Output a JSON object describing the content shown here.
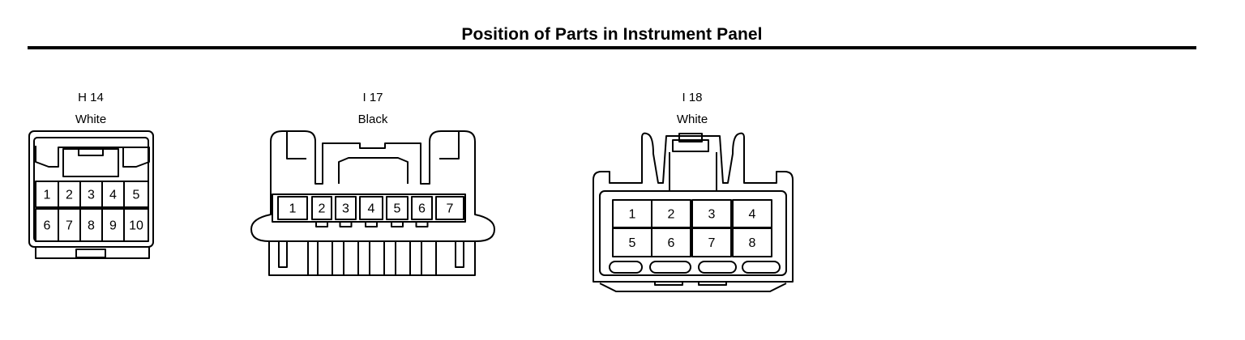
{
  "title": "Position of Parts in Instrument Panel",
  "connectors": [
    {
      "id": "H 14",
      "color": "White",
      "pins": [
        "1",
        "2",
        "3",
        "4",
        "5",
        "6",
        "7",
        "8",
        "9",
        "10"
      ]
    },
    {
      "id": "I 17",
      "color": "Black",
      "pins": [
        "1",
        "2",
        "3",
        "4",
        "5",
        "6",
        "7"
      ]
    },
    {
      "id": "I 18",
      "color": "White",
      "pins": [
        "1",
        "2",
        "3",
        "4",
        "5",
        "6",
        "7",
        "8"
      ]
    }
  ]
}
